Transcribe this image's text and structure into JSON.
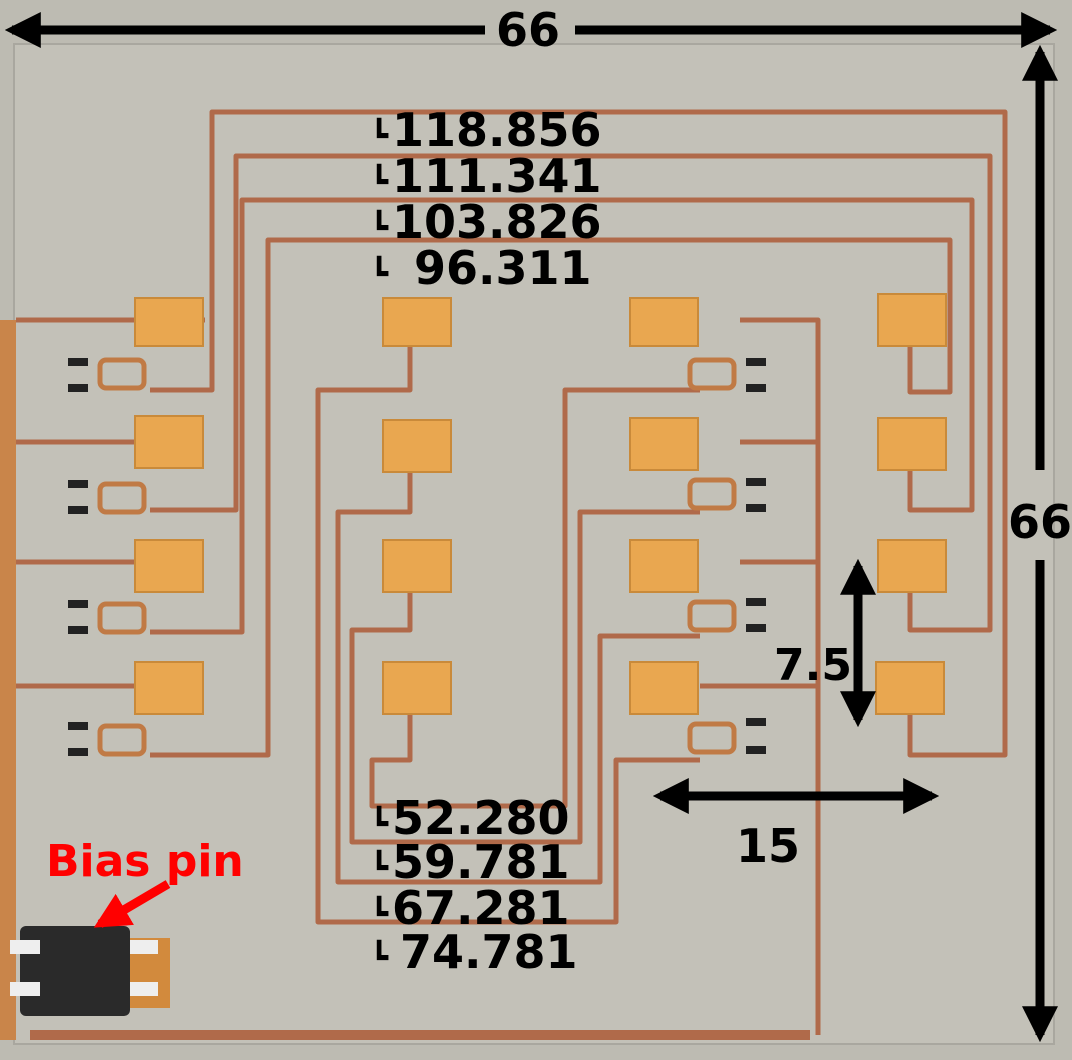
{
  "dimensions": {
    "board_width": "66",
    "board_height": "66",
    "element_pitch_vertical": "7.5",
    "element_pitch_horizontal": "15"
  },
  "trace_lengths_top": [
    "118.856",
    "111.341",
    "103.826",
    "96.311"
  ],
  "trace_lengths_bottom": [
    "52.280",
    "59.781",
    "67.281",
    "74.781"
  ],
  "bias_pin_label": "Bias pin",
  "colors": {
    "substrate": "#b9b7ae",
    "copper_trace": "#b06a4a",
    "patch": "#e9a750",
    "annotation": "#000000",
    "callout": "#ff0000"
  }
}
